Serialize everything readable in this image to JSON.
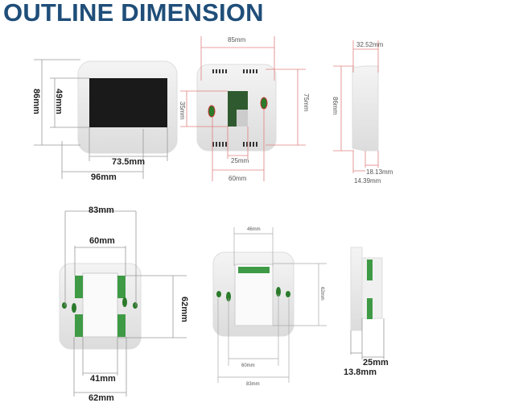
{
  "title": "OUTLINE DIMENSION",
  "colors": {
    "title": "#1f4e79",
    "dim_red": "#e08080",
    "dim_gray": "#999999",
    "terminal_green": "#3f9a46"
  },
  "front_view": {
    "height": "86mm",
    "screen_height": "49mm",
    "screen_width": "73.5mm",
    "width": "96mm"
  },
  "back_view": {
    "top_width": "85mm",
    "height": "75mm",
    "window_height": "35mm",
    "window_width": "25mm",
    "hole_spacing": "60mm"
  },
  "side_view": {
    "top": "32.52mm",
    "height": "86mm",
    "depth_a": "18.13mm",
    "depth_b": "14.39mm"
  },
  "base_view_1": {
    "width": "83mm",
    "terminal_width": "60mm",
    "module_height": "62mm",
    "module_width": "41mm",
    "bottom_width": "62mm"
  },
  "base_view_2": {
    "module_width": "46mm",
    "module_height": "62mm",
    "hole_spacing": "60mm",
    "width": "83mm"
  },
  "base_side_view": {
    "module_depth": "25mm",
    "plate_depth": "13.8mm"
  }
}
